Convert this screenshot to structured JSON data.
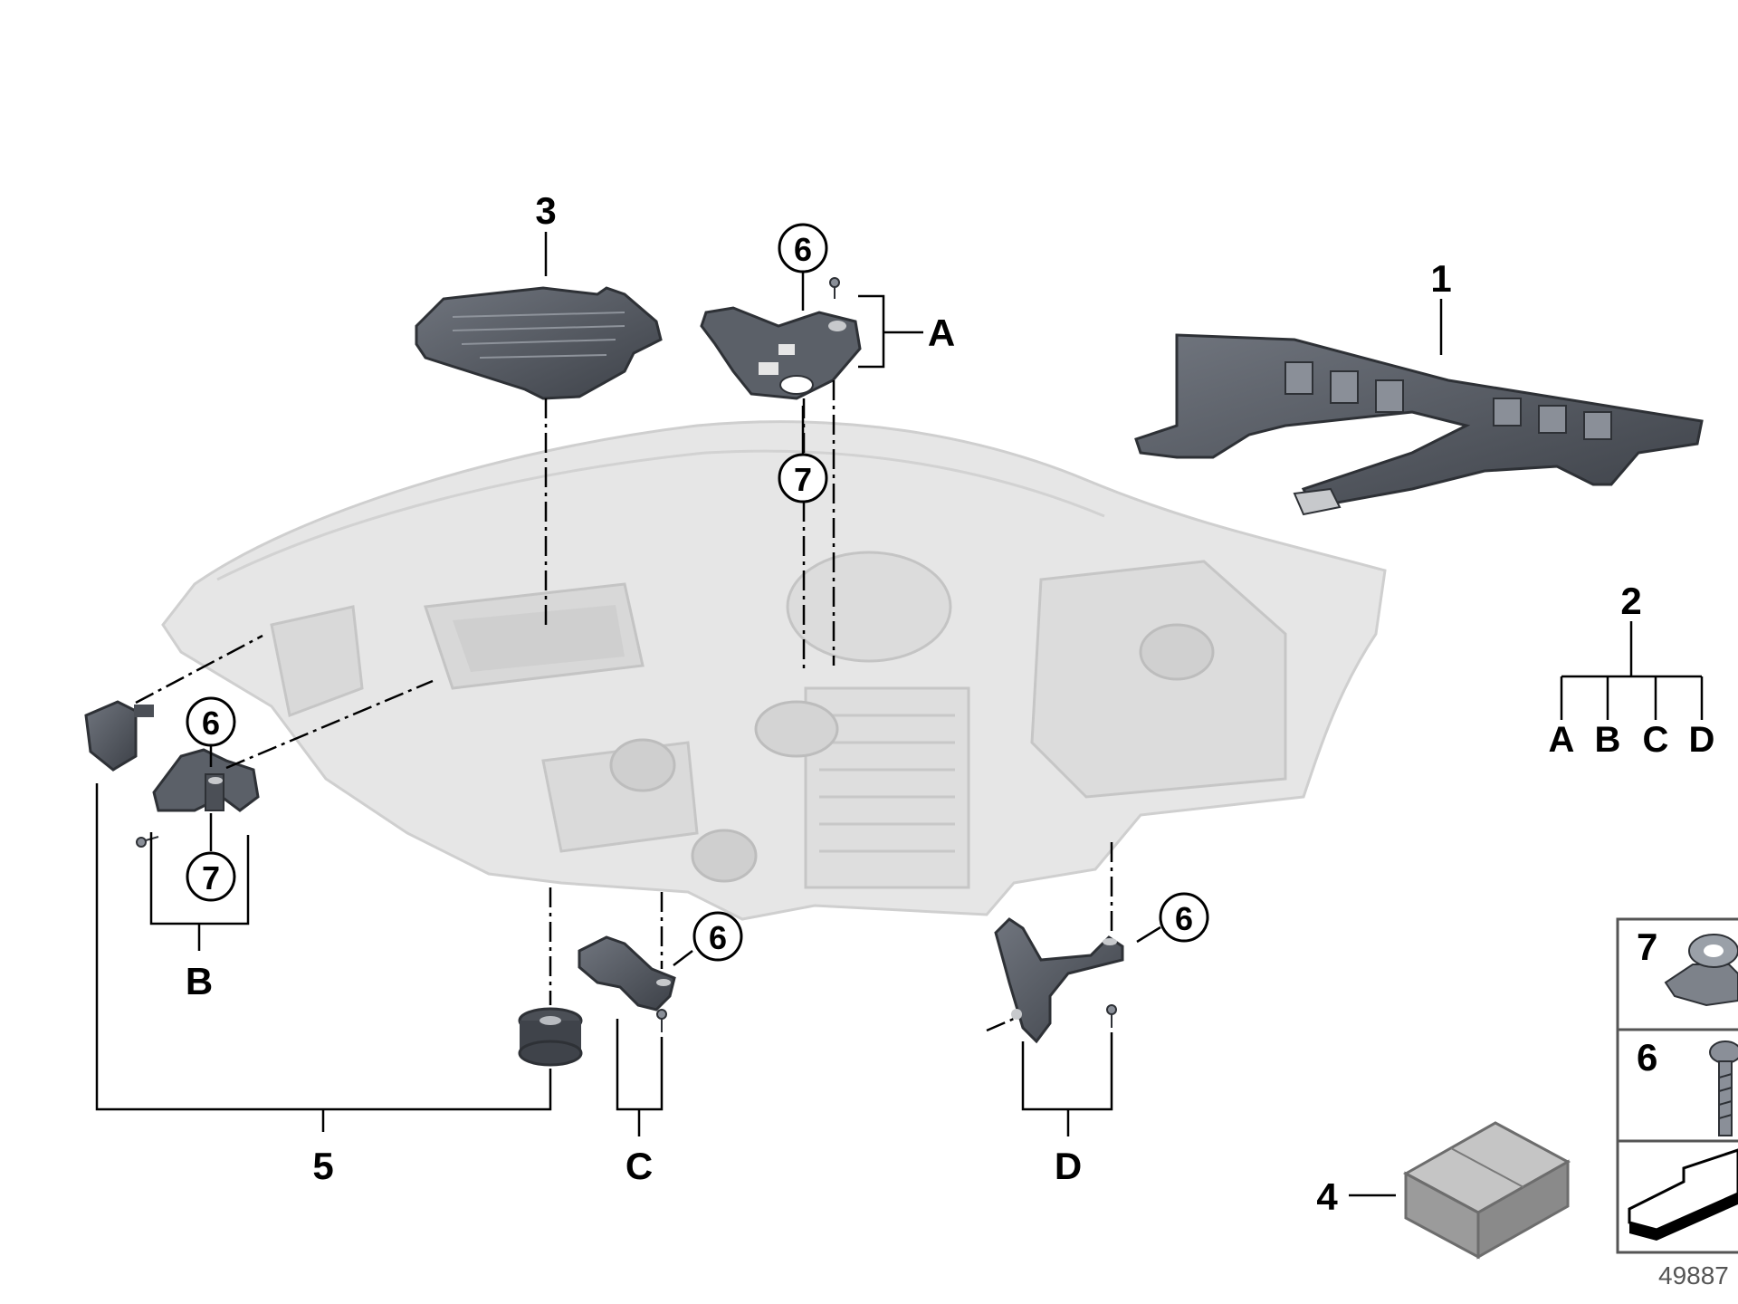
{
  "diagram": {
    "reference_number": "49887",
    "colors": {
      "housing": "#e4e4e4",
      "housing_line": "#c9c9c9",
      "part_dark": "#4b4f56",
      "part_mid": "#6b7079",
      "leader": "#000000",
      "box_fill": "#a9a9a9"
    }
  },
  "labels": {
    "part1": "1",
    "part2": "2",
    "part3": "3",
    "part4": "4",
    "part5": "5",
    "callout_6_top": "6",
    "callout_7_top": "7",
    "callout_6_b": "6",
    "callout_7_b": "7",
    "callout_6_c": "6",
    "callout_6_d": "6",
    "group_A": "A",
    "group_B": "B",
    "group_C": "C",
    "group_D": "D",
    "kit_A": "A",
    "kit_B": "B",
    "kit_C": "C",
    "kit_D": "D"
  },
  "legend": {
    "row_7": "7",
    "row_6": "6",
    "row_tape_icon": "adhesive-tape-icon"
  }
}
